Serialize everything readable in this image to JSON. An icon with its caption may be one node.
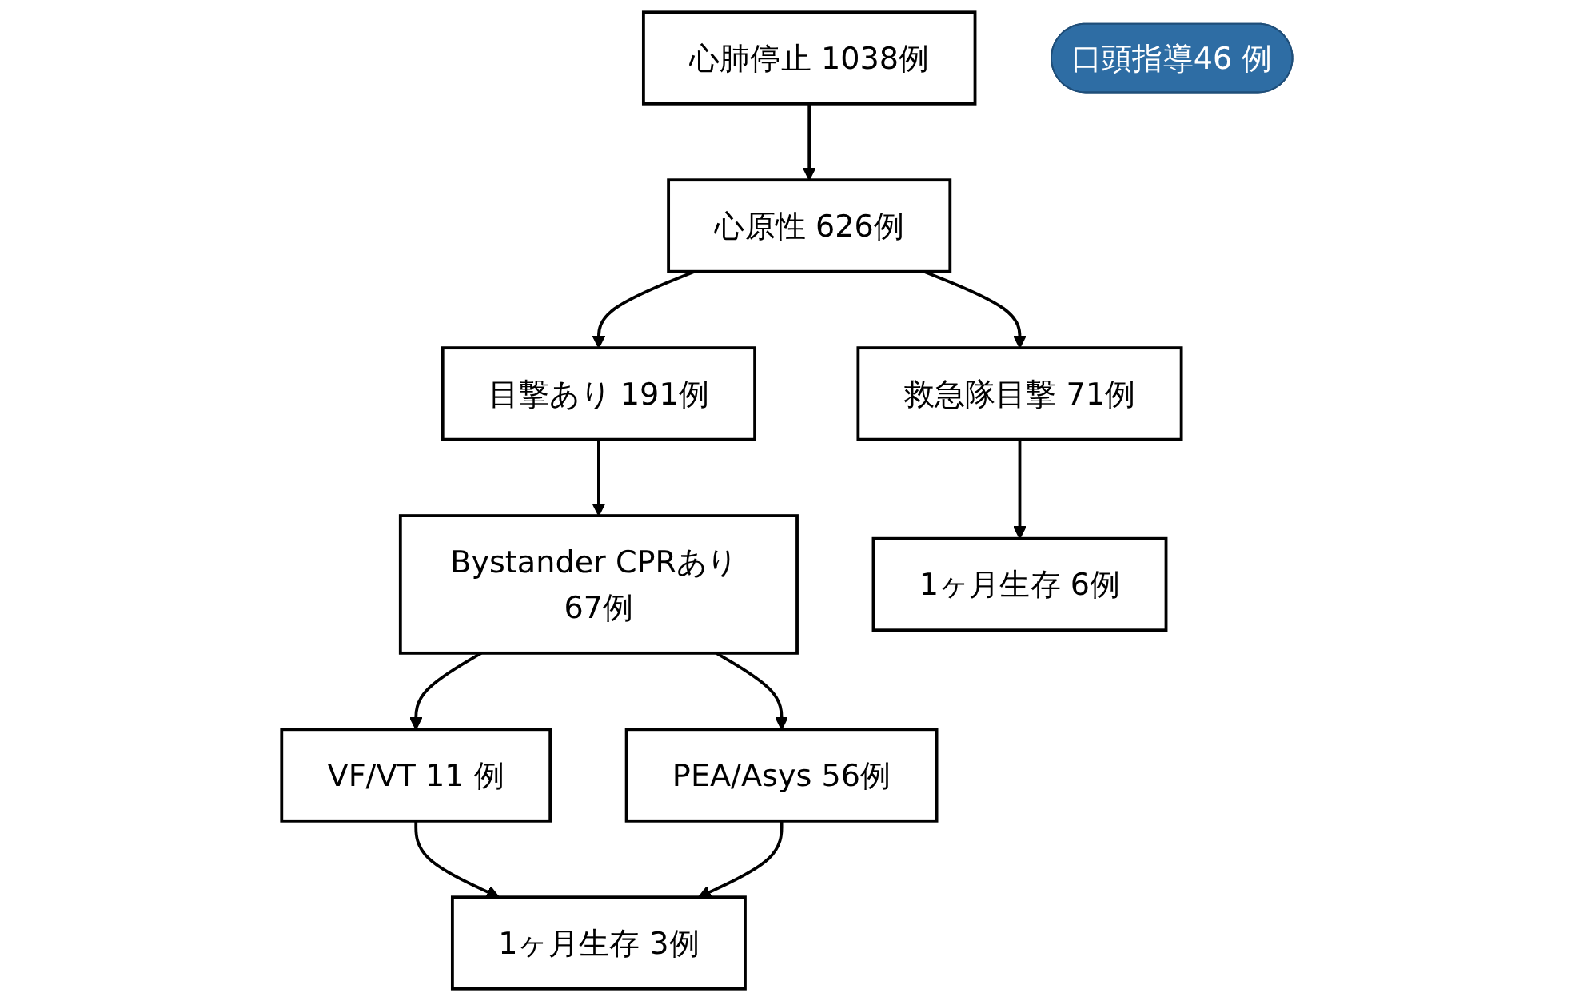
{
  "diagram": {
    "nodes": [
      {
        "text": [
          "心肺停止 1038例"
        ]
      },
      {
        "text": [
          "心原性 626例"
        ]
      },
      {
        "text": [
          "救急隊目撃 71例"
        ]
      },
      {
        "text": [
          "目撃あり 191例"
        ]
      },
      {
        "text": [
          "Bystander CPRあり 67例"
        ]
      },
      {
        "text": [
          "VF/VT 11 例"
        ]
      },
      {
        "text": [
          "PEA/Asys 56例"
        ]
      },
      {
        "text": [
          "1ヶ月生存 6例"
        ]
      },
      {
        "text": [
          "1ヶ月生存 3例"
        ]
      },
      {
        "text": [
          "口頭指導46 例"
        ]
      }
    ],
    "edges": [
      {
        "from": 0,
        "to": 1,
        "arrow": "to"
      },
      {
        "from": 1,
        "to": 2,
        "arrow": "to"
      },
      {
        "from": 1,
        "to": 3,
        "arrow": "to"
      },
      {
        "from": 3,
        "to": 4,
        "arrow": "to"
      },
      {
        "from": 4,
        "to": 5,
        "arrow": "to"
      },
      {
        "from": 4,
        "to": 6,
        "arrow": "to"
      },
      {
        "from": 2,
        "to": 7,
        "arrow": "to"
      },
      {
        "from": 5,
        "to": 8,
        "arrow": "to"
      },
      {
        "from": 6,
        "to": 8,
        "arrow": "to"
      }
    ]
  }
}
